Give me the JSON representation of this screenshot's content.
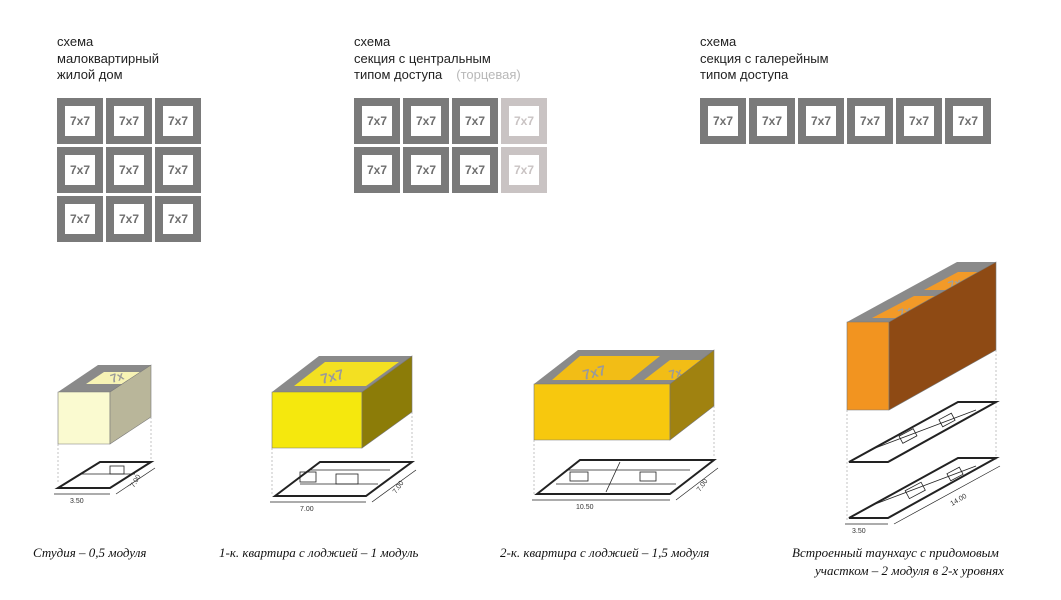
{
  "schemes": [
    {
      "id": "low-rise",
      "title_lines": [
        "схема",
        "малоквартирный",
        "жилой дом"
      ],
      "note": "",
      "module_label": "7x7",
      "rows": 3,
      "cols": 3,
      "faded_cols": 0
    },
    {
      "id": "central-access",
      "title_lines": [
        "схема",
        "секция с центральным",
        "типом доступа"
      ],
      "note": "(торцевая)",
      "module_label": "7x7",
      "rows": 2,
      "cols": 4,
      "faded_cols": 1
    },
    {
      "id": "gallery-access",
      "title_lines": [
        "схема",
        "секция с галерейным",
        "типом доступа"
      ],
      "note": "",
      "module_label": "7x7",
      "rows": 1,
      "cols": 6,
      "faded_cols": 0
    }
  ],
  "units": [
    {
      "id": "studio",
      "caption_lines": [
        "Студия – 0,5 модуля"
      ],
      "module_count": 0.5,
      "top_label": "7x",
      "colors": {
        "top_inner": "#f7f3b5",
        "front": "#fafad0",
        "side": "#b9b69a",
        "frame": "#8a8a8a"
      },
      "dims": [
        "3.50",
        "7.00"
      ]
    },
    {
      "id": "one-room",
      "caption_lines": [
        "1-к. квартира с лоджией – 1 модуль"
      ],
      "module_count": 1,
      "top_label": "7x7",
      "colors": {
        "top_inner": "#f3e022",
        "front": "#f5e80d",
        "side": "#8c7c08",
        "frame": "#8a8a8a"
      },
      "dims": [
        "7.00",
        "7.00"
      ]
    },
    {
      "id": "two-room",
      "caption_lines": [
        "2-к. квартира с лоджией – 1,5 модуля"
      ],
      "module_count": 1.5,
      "top_labels": [
        "7x7",
        "7x"
      ],
      "colors": {
        "top_inner": "#f2bd16",
        "front": "#f7c80e",
        "side": "#a08210",
        "frame": "#8a8a8a"
      },
      "dims": [
        "10.50",
        "7.00"
      ]
    },
    {
      "id": "townhouse",
      "caption_lines": [
        "Встроенный таунхаус с придомовым",
        "участком – 2 модуля в 2-х уровнях"
      ],
      "module_count": 2,
      "top_labels": [
        "7x",
        "7x"
      ],
      "colors": {
        "top_inner": "#f29a28",
        "front": "#f29420",
        "side": "#8e4a14",
        "frame": "#8a8a8a"
      },
      "dims": [
        "3.50",
        "14.00"
      ]
    }
  ]
}
